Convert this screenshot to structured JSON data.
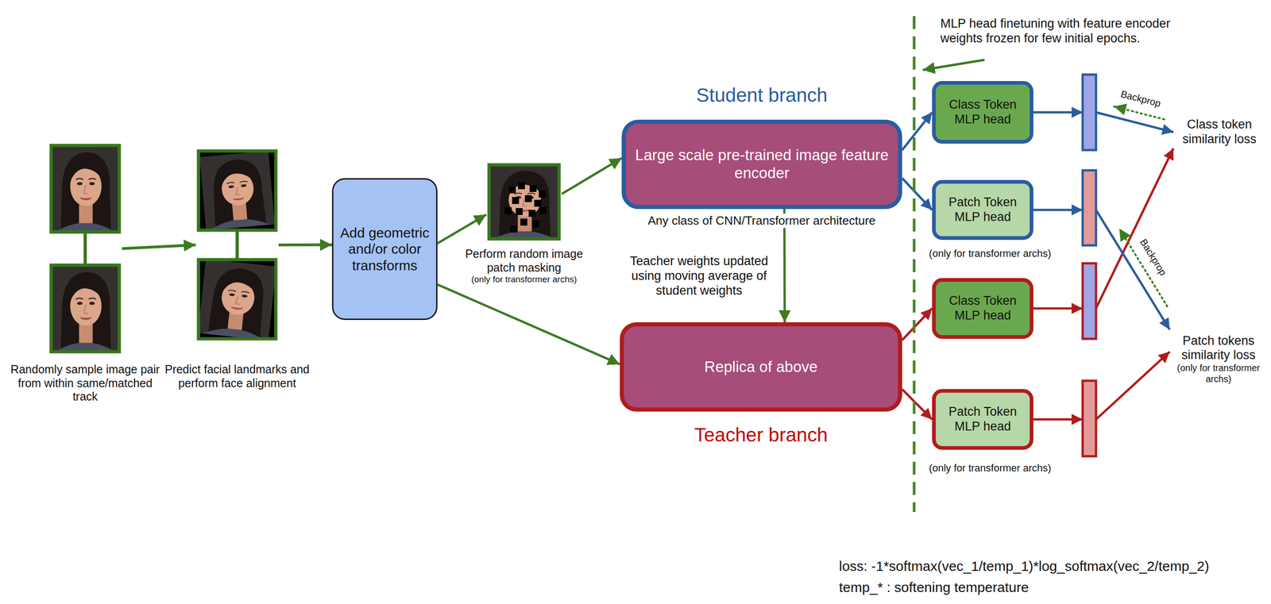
{
  "diagram": {
    "nodes": [
      {
        "text": [
          "Randomly sample image pair from within same/matched track"
        ]
      },
      {
        "text": [
          "Predict facial landmarks and perform face alignment"
        ]
      },
      {
        "text": [
          "Add geometric and/or color transforms"
        ]
      },
      {
        "text": [
          "Perform random image patch masking",
          "(only for transformer archs)"
        ]
      },
      {
        "text": [
          "Student branch",
          "Large scale pre-trained image feature encoder"
        ]
      },
      {
        "text": [
          "Replica of above",
          "Teacher branch"
        ]
      },
      {
        "text": [
          "Class Token MLP head"
        ]
      },
      {
        "text": [
          "Patch Token MLP head"
        ]
      },
      {
        "text": [
          "Class Token MLP head"
        ]
      },
      {
        "text": [
          "Patch Token MLP head"
        ]
      },
      {
        "text": [
          "Class token similarity loss"
        ]
      },
      {
        "text": [
          "Patch tokens similarity loss",
          "(only for transformer archs)"
        ]
      }
    ],
    "edges": [
      {
        "from": 0,
        "to": 1,
        "arrow": "to"
      },
      {
        "from": 1,
        "to": 2,
        "arrow": "to"
      },
      {
        "from": 2,
        "to": 3,
        "arrow": "to"
      },
      {
        "from": 3,
        "to": 4,
        "arrow": "to"
      },
      {
        "from": 2,
        "to": 5,
        "arrow": "to"
      },
      {
        "from": 4,
        "to": 5,
        "arrow": "to",
        "label": "Teacher weights updated using moving average of student weights"
      },
      {
        "from": 4,
        "to": 6,
        "arrow": "to"
      },
      {
        "from": 4,
        "to": 7,
        "arrow": "to"
      },
      {
        "from": 5,
        "to": 8,
        "arrow": "to"
      },
      {
        "from": 5,
        "to": 9,
        "arrow": "to"
      },
      {
        "from": 6,
        "to": 10,
        "arrow": "to"
      },
      {
        "from": 8,
        "to": 10,
        "arrow": "to"
      },
      {
        "from": 7,
        "to": 11,
        "arrow": "to"
      },
      {
        "from": 9,
        "to": 11,
        "arrow": "to"
      }
    ],
    "labels": [
      "Any class of CNN/Transformer architecture",
      "(only for transformer archs)",
      "(only for transformer archs)",
      "MLP head finetuning with feature encoder weights frozen for few initial epochs.",
      "Backprop",
      "Backprop",
      "loss: -1*softmax(vec_1/temp_1)*log_softmax(vec_2/temp_2)",
      "temp_* : softening temperature"
    ]
  }
}
